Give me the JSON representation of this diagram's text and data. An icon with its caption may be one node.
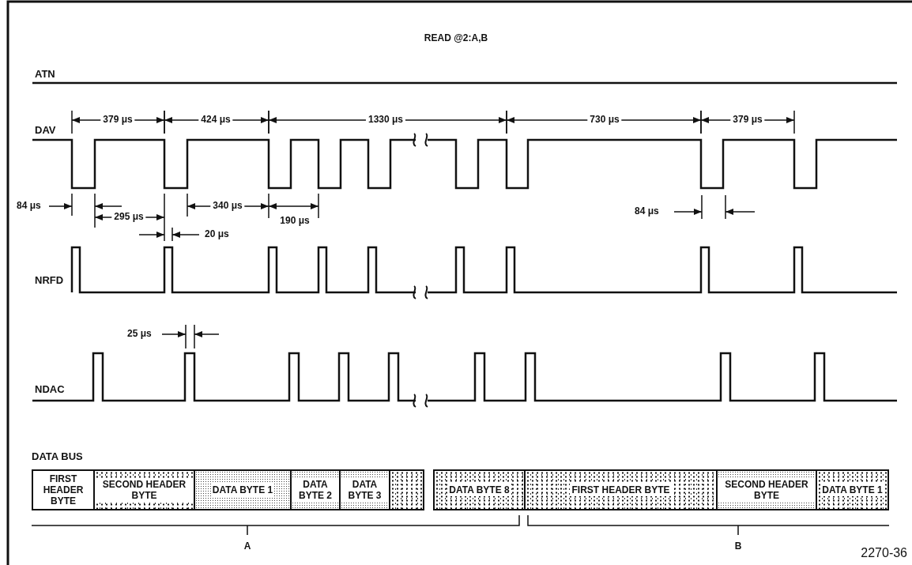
{
  "diagram": {
    "title": "READ @2:A,B",
    "nodes": [
      {
        "text": [
          "FIRST HEADER BYTE"
        ]
      },
      {
        "text": [
          "SECOND HEADER BYTE"
        ]
      },
      {
        "text": [
          "DATA BYTE 1"
        ]
      },
      {
        "text": [
          "DATA BYTE 2"
        ]
      },
      {
        "text": [
          "DATA BYTE 3"
        ]
      },
      {
        "text": [],
        "shape": "box"
      },
      {
        "text": [
          "DATA BYTE 8"
        ]
      },
      {
        "text": [
          "FIRST HEADER BYTE"
        ]
      },
      {
        "text": [
          "SECOND HEADER BYTE"
        ]
      },
      {
        "text": [
          "DATA BYTE 1"
        ]
      }
    ],
    "edges": [],
    "labels": [
      "ATN",
      "379 μs",
      "424 μs",
      "1330 μs",
      "730 μs",
      "379 μs",
      "DAV",
      "84 μs",
      "340 μs",
      "84 μs",
      "295 μs",
      "190 μs",
      "20 μs",
      "NRFD",
      "25 μs",
      "NDAC",
      "DATA BUS",
      "A",
      "B",
      "2270-36"
    ]
  }
}
